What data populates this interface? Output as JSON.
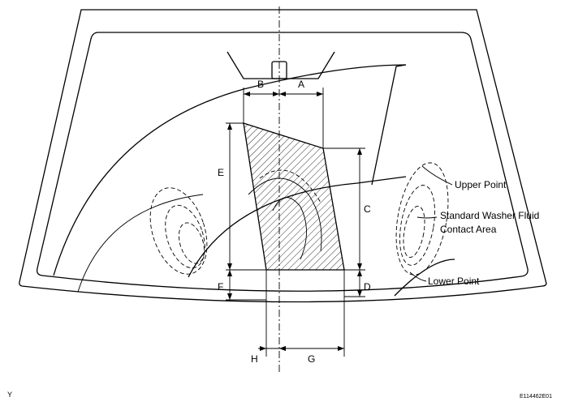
{
  "labels": {
    "A": "A",
    "B": "B",
    "C": "C",
    "D": "D",
    "E": "E",
    "F": "F",
    "G": "G",
    "H": "H"
  },
  "callouts": {
    "upper_point": "Upper Point",
    "contact_area_line1": "Standard Washer Fluid",
    "contact_area_line2": "Contact Area",
    "lower_point": "Lower Point"
  },
  "corner_mark": "Y",
  "figure_code": "E114462E01"
}
